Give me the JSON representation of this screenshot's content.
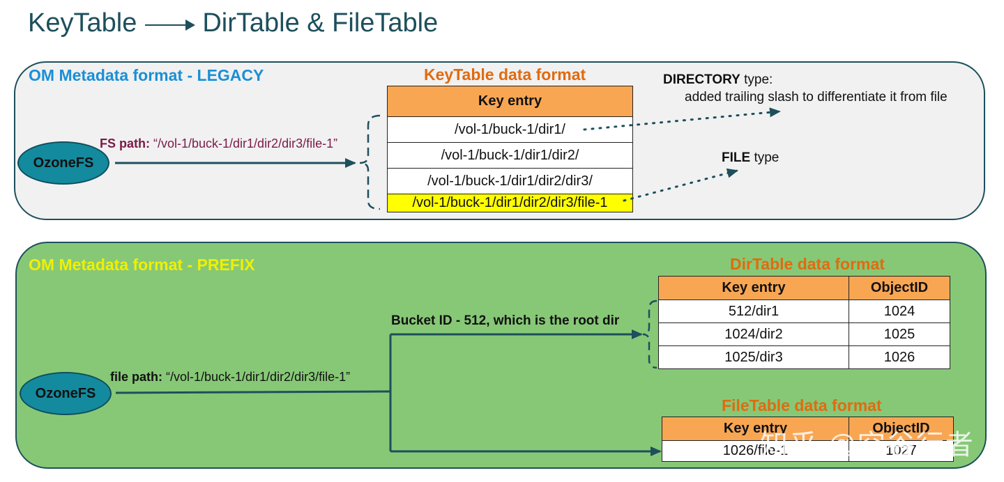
{
  "title": {
    "left": "KeyTable",
    "right": "DirTable & FileTable"
  },
  "legacy": {
    "label": "OM Metadata format - LEGACY",
    "label_color": "#1a8fd6",
    "node": "OzoneFS",
    "path_prefix": "FS path:",
    "path_value": " “/vol-1/buck-1/dir1/dir2/dir3/file-1”",
    "table_title": "KeyTable data format",
    "table_header": "Key entry",
    "rows": [
      "/vol-1/buck-1/dir1/",
      "/vol-1/buck-1/dir1/dir2/",
      "/vol-1/buck-1/dir1/dir2/dir3/",
      "/vol-1/buck-1/dir1/dir2/dir3/file-1"
    ],
    "directory_bold": "DIRECTORY",
    "directory_rest": " type:",
    "directory_note": "added trailing slash to differentiate it from file",
    "file_bold": "FILE",
    "file_rest": " type"
  },
  "prefix": {
    "label": "OM Metadata format - PREFIX",
    "label_color": "#f0f000",
    "node": "OzoneFS",
    "path_prefix": "file path:",
    "path_value": " “/vol-1/buck-1/dir1/dir2/dir3/file-1”",
    "bucket_note": "Bucket ID - 512, which is the root dir",
    "dir_table": {
      "title": "DirTable data format",
      "headers": [
        "Key entry",
        "ObjectID"
      ],
      "rows": [
        [
          "512/dir1",
          "1024"
        ],
        [
          "1024/dir2",
          "1025"
        ],
        [
          "1025/dir3",
          "1026"
        ]
      ]
    },
    "file_table": {
      "title": "FileTable data format",
      "headers": [
        "Key entry",
        "ObjectID"
      ],
      "rows": [
        [
          "1026/file-1",
          "1027"
        ]
      ]
    }
  },
  "watermark": "知乎 @空谷行者",
  "colors": {
    "dark_teal": "#1d4f5c",
    "orange_header": "#f9a653",
    "orange_title": "#e06b10",
    "highlight": "#ffff00",
    "legacy_bg": "#f1f1f1",
    "prefix_bg": "#87c877",
    "node_fill": "#148a9e"
  }
}
